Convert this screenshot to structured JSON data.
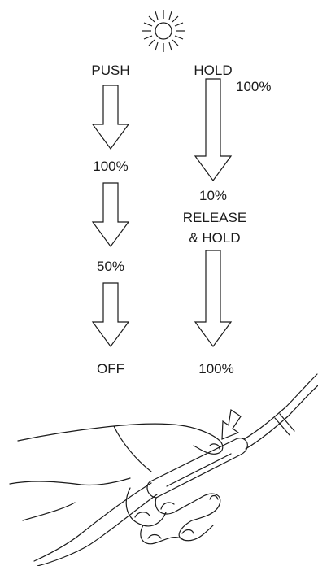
{
  "push_column": {
    "heading": "PUSH",
    "step_1": "100%",
    "step_2": "50%",
    "step_3": "OFF"
  },
  "hold_column": {
    "heading": "HOLD",
    "start_level": "100%",
    "step_1_level": "10%",
    "step_1_action_line1": "RELEASE",
    "step_1_action_line2": "& HOLD",
    "step_2_level": "100%"
  },
  "icons": {
    "light": "sun-icon",
    "press": "press-arrow-icon",
    "device": "hand-holding-wand-icon"
  },
  "colors": {
    "ink": "#1a1a1a",
    "background": "#ffffff"
  }
}
